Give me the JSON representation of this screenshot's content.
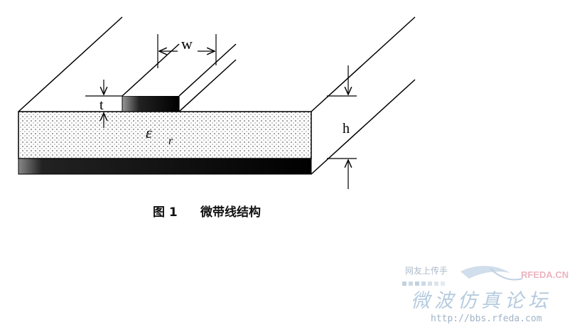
{
  "diagram": {
    "labels": {
      "width": "w",
      "thickness": "t",
      "height": "h",
      "permittivity_symbol": "ε",
      "permittivity_subscript": "r"
    },
    "caption": {
      "figure": "图 1",
      "title": "微带线结构"
    }
  },
  "watermark": {
    "tagline": "网友上传手",
    "brand": "RFEDA.CN",
    "forum_name": "微波仿真论坛",
    "url": "http://bbs.rfeda.com",
    "colors": {
      "brand": "#e8a6b5",
      "text": "#a9c3da"
    }
  }
}
